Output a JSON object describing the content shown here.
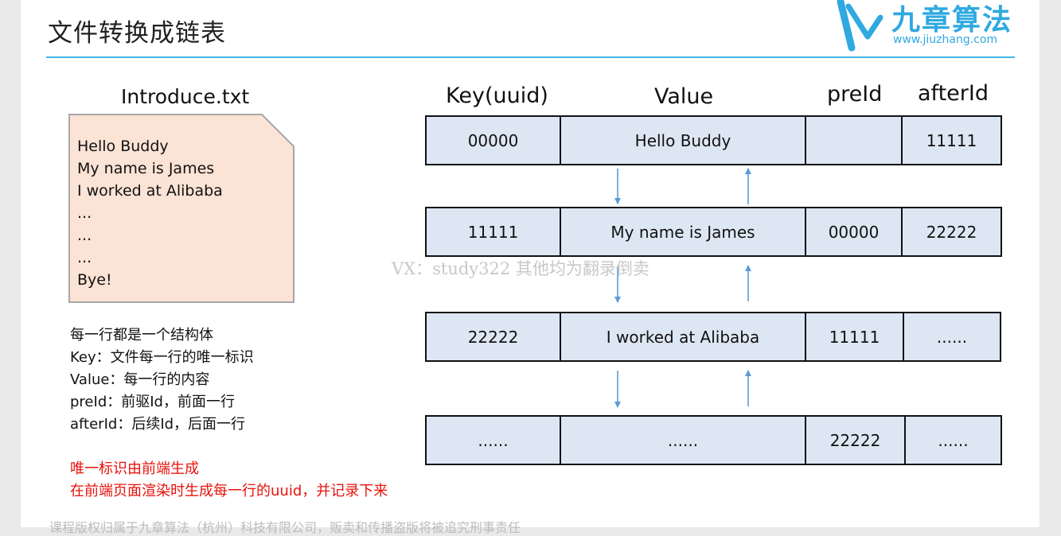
{
  "header": {
    "title": "文件转换成链表",
    "logo_name": "九章算法",
    "logo_url": "www.jiuzhang.com"
  },
  "file": {
    "name": "Introduce.txt",
    "lines": [
      "Hello Buddy",
      "My name is James",
      "I worked at Alibaba",
      "...",
      "...",
      "...",
      "Bye!"
    ]
  },
  "notes": [
    "每一行都是一个结构体",
    "Key：文件每一行的唯一标识",
    "Value：每一行的内容",
    "preId：前驱Id，前面一行",
    "afterId：后续Id，后面一行"
  ],
  "red_notes": [
    "唯一标识由前端生成",
    "在前端页面渲染时生成每一行的uuid，并记录下来"
  ],
  "table": {
    "headers": [
      "Key(uuid)",
      "Value",
      "preId",
      "afterId"
    ],
    "rows": [
      [
        "00000",
        "Hello Buddy",
        "",
        "11111"
      ],
      [
        "11111",
        "My name is James",
        "00000",
        "22222"
      ],
      [
        "22222",
        "I worked at Alibaba",
        "11111",
        "......"
      ],
      [
        "......",
        "......",
        "22222",
        "......"
      ]
    ]
  },
  "watermark": "VX：study322 其他均为翻录倒卖",
  "footer": "课程版权归属于九章算法（杭州）科技有限公司，贩卖和传播盗版将被追究刑事责任",
  "colors": {
    "accent": "#41b6e6",
    "cell_fill": "#dde7f4",
    "file_fill": "#fbe3d5",
    "arrow": "#5b9bd5",
    "warning_text": "#e8120c"
  }
}
